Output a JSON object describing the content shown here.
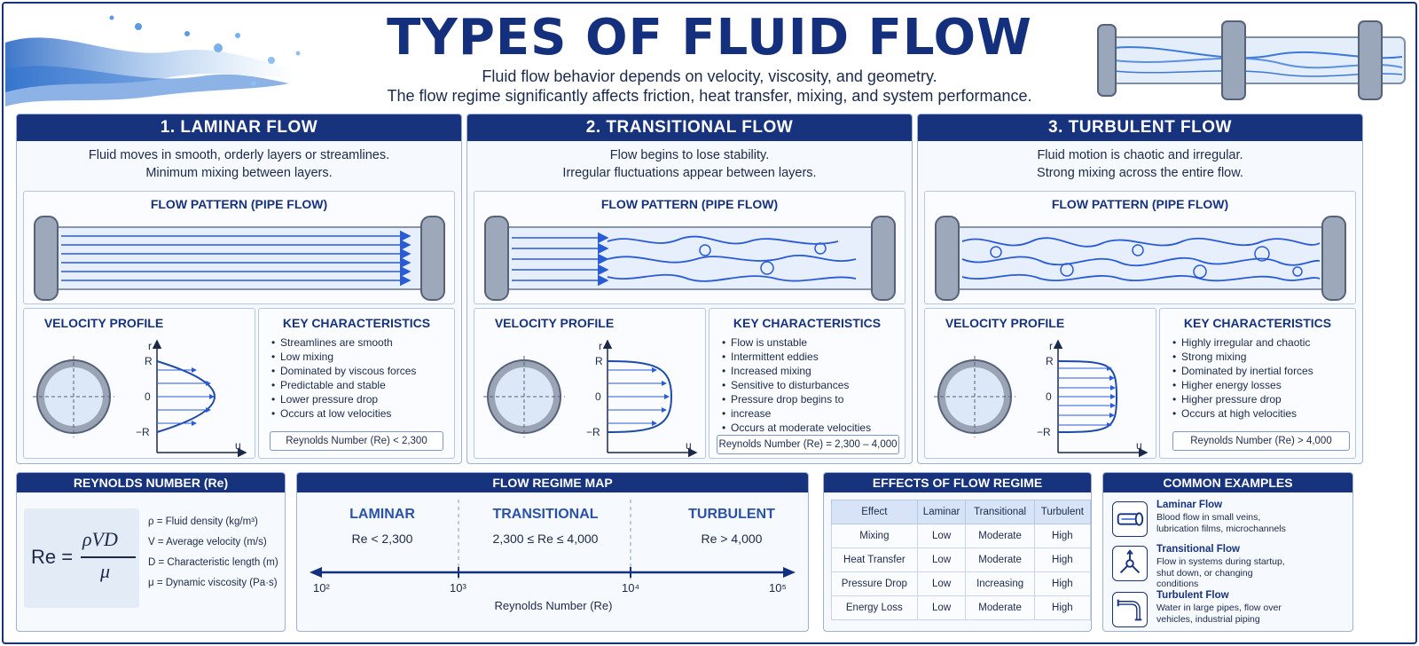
{
  "header": {
    "title": "TYPES OF FLUID FLOW",
    "subtitle_line1": "Fluid flow behavior depends on velocity, viscosity, and geometry.",
    "subtitle_line2": "The flow regime significantly affects friction, heat transfer, mixing, and system performance."
  },
  "panels": [
    {
      "title": "1. LAMINAR FLOW",
      "desc_line1": "Fluid moves in smooth, orderly layers or streamlines.",
      "desc_line2": "Minimum mixing between layers.",
      "pattern_title": "FLOW PATTERN (PIPE FLOW)",
      "vp_title": "VELOCITY PROFILE",
      "kc_title": "KEY CHARACTERISTICS",
      "characteristics": [
        "Streamlines are smooth",
        "Low mixing",
        "Dominated by viscous forces",
        "Predictable and stable",
        "Lower pressure drop",
        "Occurs at low velocities"
      ],
      "reynolds": "Reynolds Number (Re) < 2,300"
    },
    {
      "title": "2. TRANSITIONAL FLOW",
      "desc_line1": "Flow begins to lose stability.",
      "desc_line2": "Irregular fluctuations appear between layers.",
      "pattern_title": "FLOW PATTERN (PIPE FLOW)",
      "vp_title": "VELOCITY PROFILE",
      "kc_title": "KEY CHARACTERISTICS",
      "characteristics": [
        "Flow is unstable",
        "Intermittent eddies",
        "Increased mixing",
        "Sensitive to disturbances",
        "Pressure drop begins to",
        "increase",
        "Occurs at moderate velocities"
      ],
      "reynolds": "Reynolds Number (Re) = 2,300 – 4,000"
    },
    {
      "title": "3. TURBULENT FLOW",
      "desc_line1": "Fluid motion is chaotic and irregular.",
      "desc_line2": "Strong mixing across the entire flow.",
      "pattern_title": "FLOW PATTERN (PIPE FLOW)",
      "vp_title": "VELOCITY PROFILE",
      "kc_title": "KEY CHARACTERISTICS",
      "characteristics": [
        "Highly irregular and chaotic",
        "Strong mixing",
        "Dominated by inertial forces",
        "Higher energy losses",
        "Higher pressure drop",
        "Occurs at high velocities"
      ],
      "reynolds": "Reynolds Number (Re) > 4,000"
    }
  ],
  "axis": {
    "r_top": "R",
    "r_label": "r",
    "zero": "0",
    "r_bottom": "−R",
    "u_label": "u"
  },
  "reynolds_box": {
    "title": "REYNOLDS NUMBER (Re)",
    "lhs": "Re =",
    "numerator": "ρVD",
    "denominator": "μ",
    "defs": [
      "ρ = Fluid density (kg/m³)",
      "V = Average velocity (m/s)",
      "D = Characteristic length (m)",
      "μ = Dynamic viscosity (Pa·s)"
    ]
  },
  "regime_map": {
    "title": "FLOW REGIME MAP",
    "regions": [
      {
        "label": "LAMINAR",
        "range": "Re < 2,300"
      },
      {
        "label": "TRANSITIONAL",
        "range": "2,300 ≤ Re ≤ 4,000"
      },
      {
        "label": "TURBULENT",
        "range": "Re > 4,000"
      }
    ],
    "ticks": [
      "10²",
      "10³",
      "10⁴",
      "10⁵"
    ],
    "xlabel": "Reynolds Number (Re)"
  },
  "effects": {
    "title": "EFFECTS OF FLOW REGIME",
    "headers": [
      "Effect",
      "Laminar",
      "Transitional",
      "Turbulent"
    ],
    "rows": [
      [
        "Mixing",
        "Low",
        "Moderate",
        "High"
      ],
      [
        "Heat Transfer",
        "Low",
        "Moderate",
        "High"
      ],
      [
        "Pressure Drop",
        "Low",
        "Increasing",
        "High"
      ],
      [
        "Energy Loss",
        "Low",
        "Moderate",
        "High"
      ]
    ]
  },
  "examples": {
    "title": "COMMON EXAMPLES",
    "items": [
      {
        "title": "Laminar Flow",
        "line1": "Blood flow in small veins,",
        "line2": "lubrication films, microchannels",
        "line3": ""
      },
      {
        "title": "Transitional Flow",
        "line1": "Flow in systems during startup,",
        "line2": "shut down, or changing",
        "line3": "conditions"
      },
      {
        "title": "Turbulent Flow",
        "line1": "Water in large pipes, flow over",
        "line2": "vehicles, industrial piping",
        "line3": ""
      }
    ]
  },
  "colors": {
    "navy": "#17337e",
    "flow_blue": "#2a5bd7",
    "light_blue": "#dce8f8"
  }
}
